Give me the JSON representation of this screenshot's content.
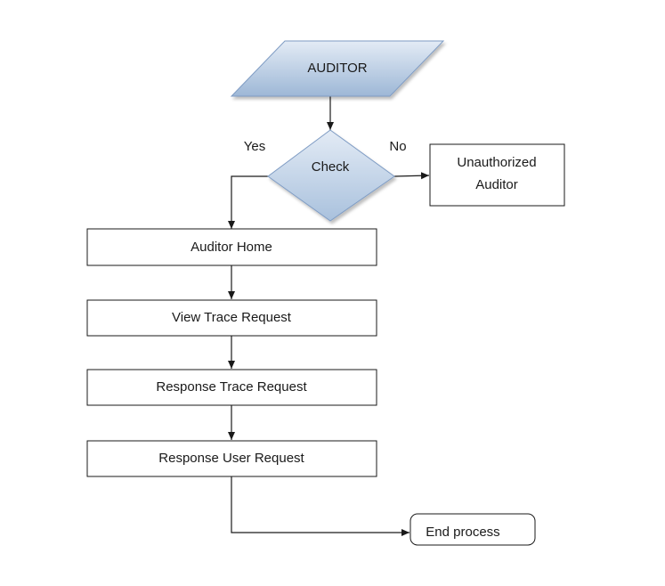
{
  "diagram": {
    "input": {
      "label": "AUDITOR",
      "shape": "parallelogram"
    },
    "decision": {
      "label": "Check",
      "shape": "diamond"
    },
    "branches": {
      "yes": "Yes",
      "no": "No"
    },
    "unauthorized": {
      "line1": "Unauthorized",
      "line2": "Auditor"
    },
    "steps": [
      {
        "label": "Auditor Home"
      },
      {
        "label": "View Trace Request"
      },
      {
        "label": "Response Trace Request"
      },
      {
        "label": "Response User Request"
      }
    ],
    "end": {
      "label": "End process",
      "shape": "rounded-rectangle"
    },
    "colors": {
      "input_fill_top": "#dce6f2",
      "input_fill_bottom": "#9db7d6",
      "decision_fill_top": "#dce6f2",
      "decision_fill_bottom": "#a9c1dd",
      "shape_stroke": "#7f9cc4",
      "line": "#1a1a1a"
    }
  }
}
